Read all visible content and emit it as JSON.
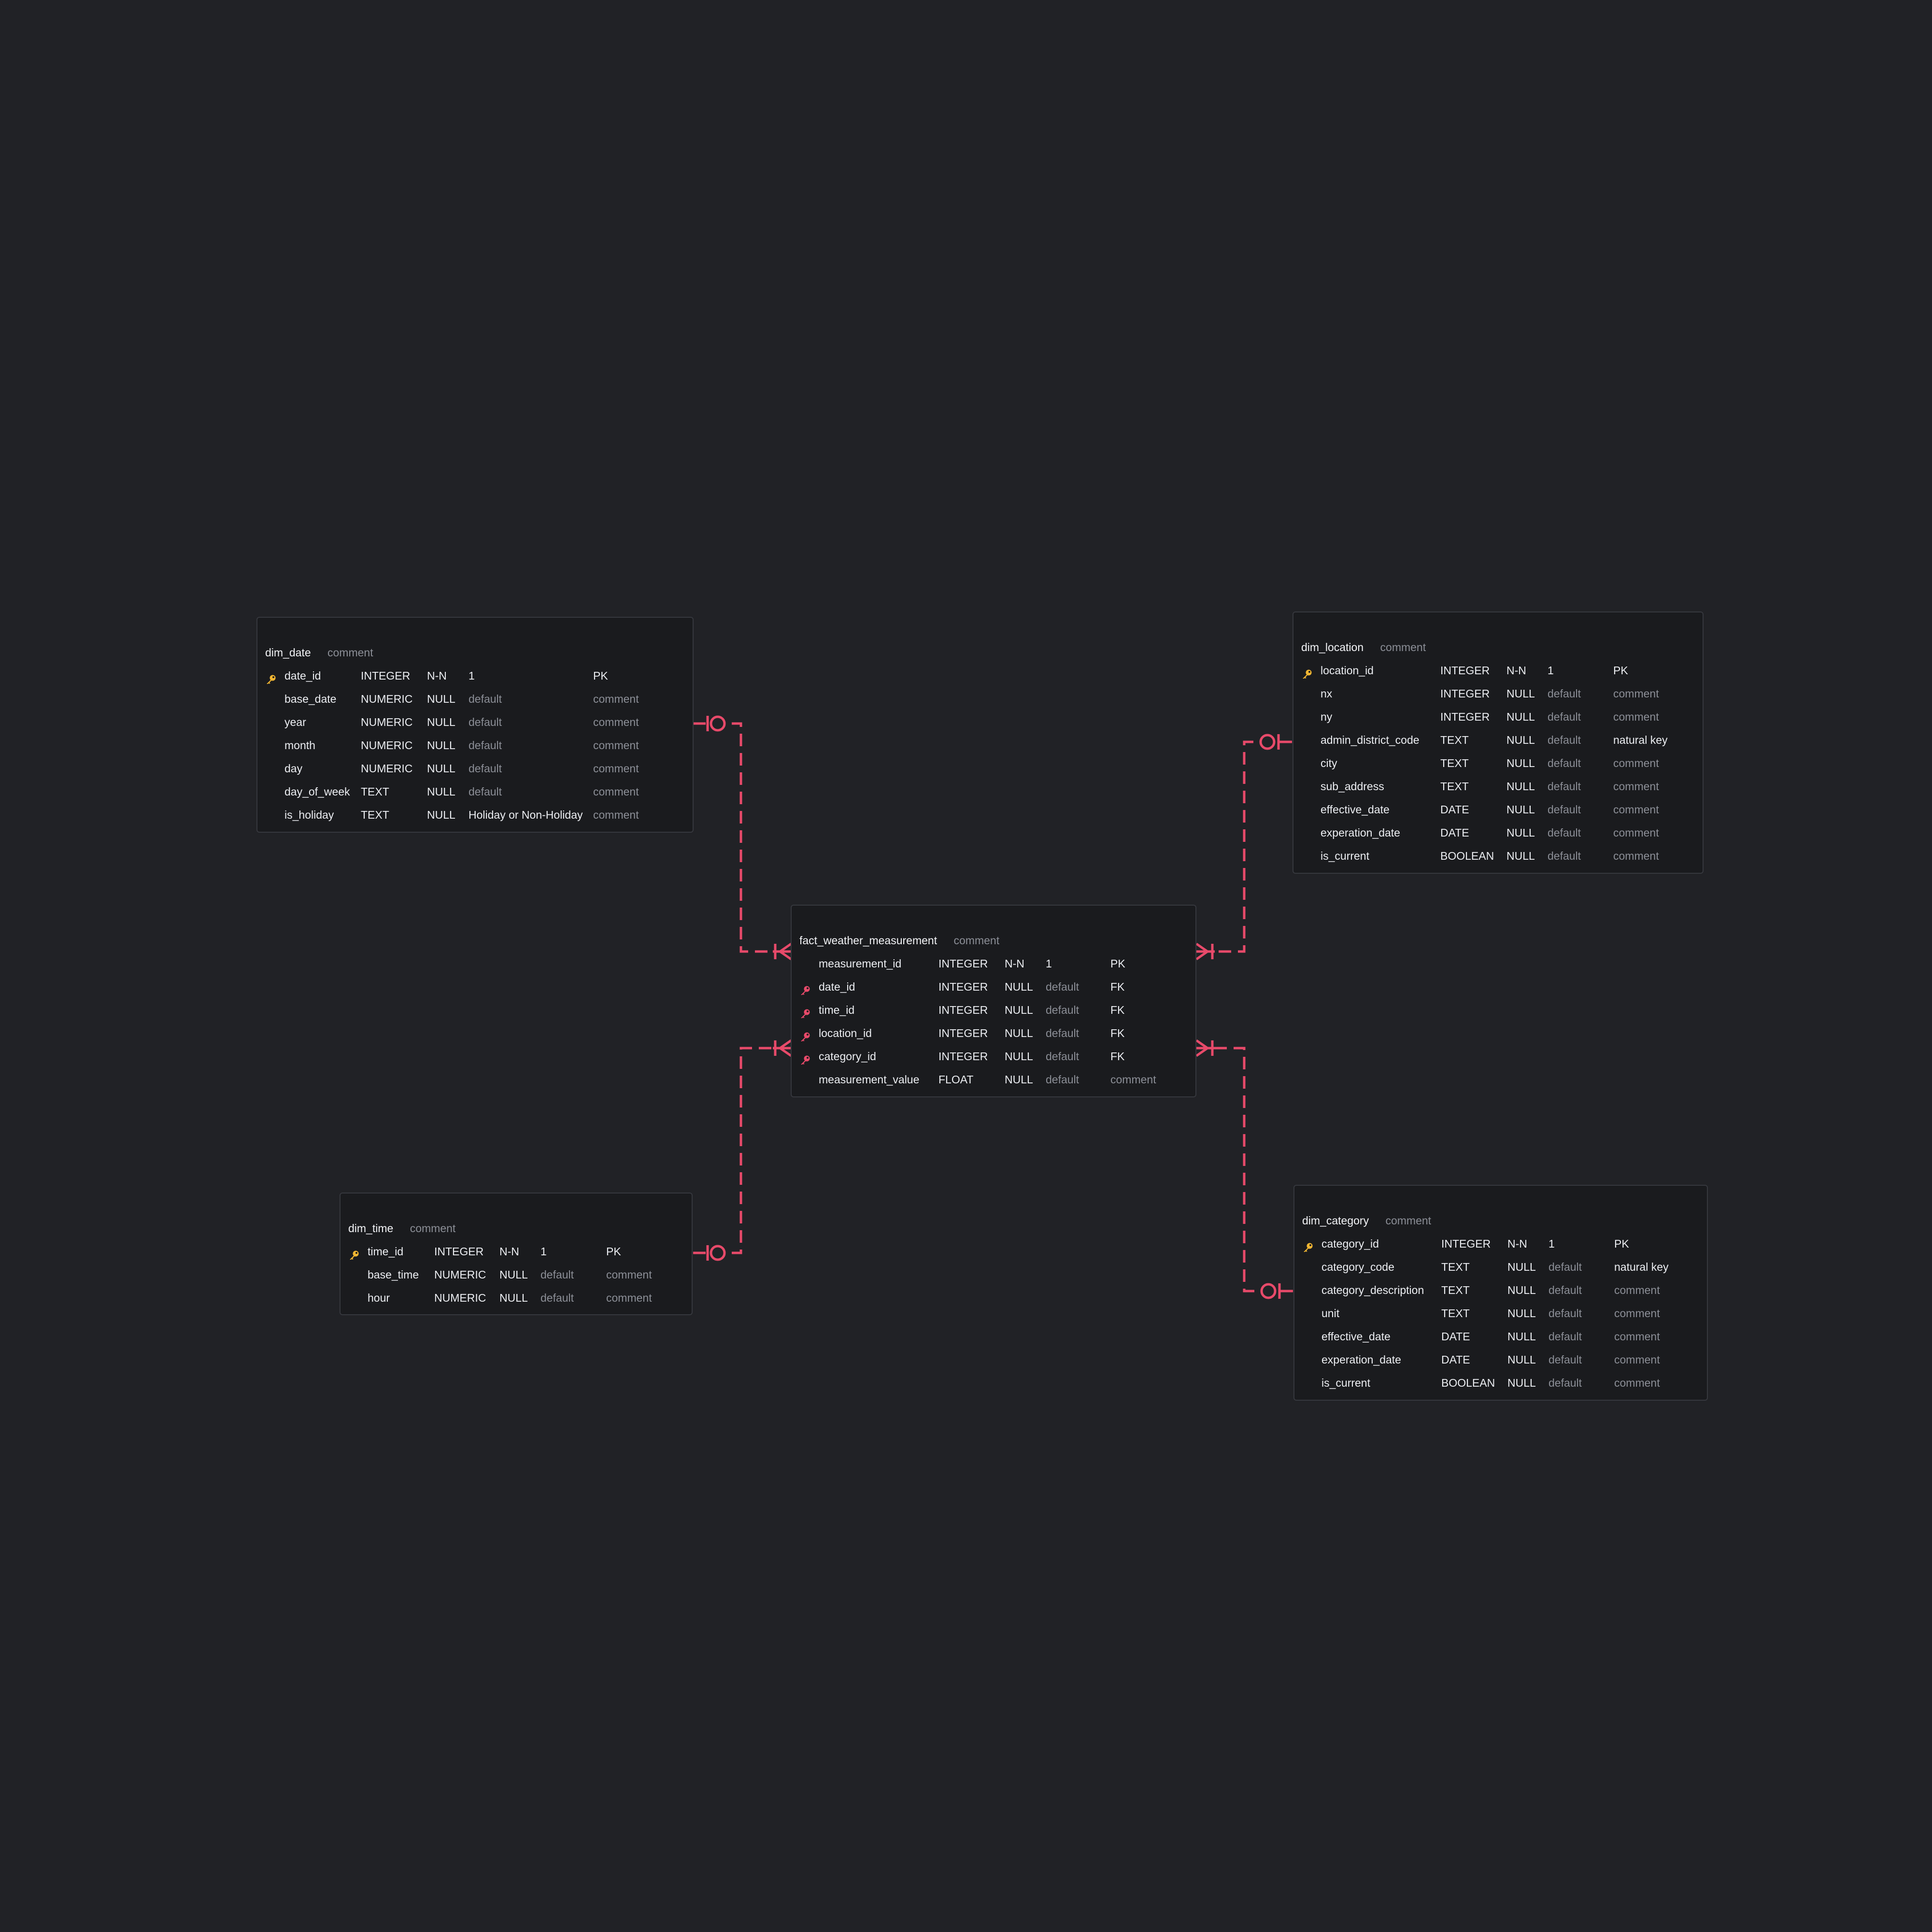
{
  "colors": {
    "background": "#212226",
    "table_bg": "#1a1b1e",
    "relation": "#e84a6a",
    "primary_key_icon": "#f2b632",
    "foreign_key_icon": "#e84a6a"
  },
  "tables": {
    "dim_date": {
      "name": "dim_date",
      "comment": "comment",
      "columns": [
        {
          "key": "pk",
          "name": "date_id",
          "type": "INTEGER",
          "nullable": "N-N",
          "default": "1",
          "comment": "PK"
        },
        {
          "key": "",
          "name": "base_date",
          "type": "NUMERIC",
          "nullable": "NULL",
          "default": "default",
          "comment": "comment"
        },
        {
          "key": "",
          "name": "year",
          "type": "NUMERIC",
          "nullable": "NULL",
          "default": "default",
          "comment": "comment"
        },
        {
          "key": "",
          "name": "month",
          "type": "NUMERIC",
          "nullable": "NULL",
          "default": "default",
          "comment": "comment"
        },
        {
          "key": "",
          "name": "day",
          "type": "NUMERIC",
          "nullable": "NULL",
          "default": "default",
          "comment": "comment"
        },
        {
          "key": "",
          "name": "day_of_week",
          "type": "TEXT",
          "nullable": "NULL",
          "default": "default",
          "comment": "comment"
        },
        {
          "key": "",
          "name": "is_holiday",
          "type": "TEXT",
          "nullable": "NULL",
          "default": "Holiday or Non-Holiday",
          "comment": "comment"
        }
      ]
    },
    "dim_location": {
      "name": "dim_location",
      "comment": "comment",
      "columns": [
        {
          "key": "pk",
          "name": "location_id",
          "type": "INTEGER",
          "nullable": "N-N",
          "default": "1",
          "comment": "PK"
        },
        {
          "key": "",
          "name": "nx",
          "type": "INTEGER",
          "nullable": "NULL",
          "default": "default",
          "comment": "comment"
        },
        {
          "key": "",
          "name": "ny",
          "type": "INTEGER",
          "nullable": "NULL",
          "default": "default",
          "comment": "comment"
        },
        {
          "key": "",
          "name": "admin_district_code",
          "type": "TEXT",
          "nullable": "NULL",
          "default": "default",
          "comment": "natural key"
        },
        {
          "key": "",
          "name": "city",
          "type": "TEXT",
          "nullable": "NULL",
          "default": "default",
          "comment": "comment"
        },
        {
          "key": "",
          "name": "sub_address",
          "type": "TEXT",
          "nullable": "NULL",
          "default": "default",
          "comment": "comment"
        },
        {
          "key": "",
          "name": "effective_date",
          "type": "DATE",
          "nullable": "NULL",
          "default": "default",
          "comment": "comment"
        },
        {
          "key": "",
          "name": "experation_date",
          "type": "DATE",
          "nullable": "NULL",
          "default": "default",
          "comment": "comment"
        },
        {
          "key": "",
          "name": "is_current",
          "type": "BOOLEAN",
          "nullable": "NULL",
          "default": "default",
          "comment": "comment"
        }
      ]
    },
    "fact_weather_measurement": {
      "name": "fact_weather_measurement",
      "comment": "comment",
      "columns": [
        {
          "key": "",
          "name": "measurement_id",
          "type": "INTEGER",
          "nullable": "N-N",
          "default": "1",
          "comment": "PK"
        },
        {
          "key": "fk",
          "name": "date_id",
          "type": "INTEGER",
          "nullable": "NULL",
          "default": "default",
          "comment": "FK"
        },
        {
          "key": "fk",
          "name": "time_id",
          "type": "INTEGER",
          "nullable": "NULL",
          "default": "default",
          "comment": "FK"
        },
        {
          "key": "fk",
          "name": "location_id",
          "type": "INTEGER",
          "nullable": "NULL",
          "default": "default",
          "comment": "FK"
        },
        {
          "key": "fk",
          "name": "category_id",
          "type": "INTEGER",
          "nullable": "NULL",
          "default": "default",
          "comment": "FK"
        },
        {
          "key": "",
          "name": "measurement_value",
          "type": "FLOAT",
          "nullable": "NULL",
          "default": "default",
          "comment": "comment"
        }
      ]
    },
    "dim_time": {
      "name": "dim_time",
      "comment": "comment",
      "columns": [
        {
          "key": "pk",
          "name": "time_id",
          "type": "INTEGER",
          "nullable": "N-N",
          "default": "1",
          "comment": "PK"
        },
        {
          "key": "",
          "name": "base_time",
          "type": "NUMERIC",
          "nullable": "NULL",
          "default": "default",
          "comment": "comment"
        },
        {
          "key": "",
          "name": "hour",
          "type": "NUMERIC",
          "nullable": "NULL",
          "default": "default",
          "comment": "comment"
        }
      ]
    },
    "dim_category": {
      "name": "dim_category",
      "comment": "comment",
      "columns": [
        {
          "key": "pk",
          "name": "category_id",
          "type": "INTEGER",
          "nullable": "N-N",
          "default": "1",
          "comment": "PK"
        },
        {
          "key": "",
          "name": "category_code",
          "type": "TEXT",
          "nullable": "NULL",
          "default": "default",
          "comment": "natural key"
        },
        {
          "key": "",
          "name": "category_description",
          "type": "TEXT",
          "nullable": "NULL",
          "default": "default",
          "comment": "comment"
        },
        {
          "key": "",
          "name": "unit",
          "type": "TEXT",
          "nullable": "NULL",
          "default": "default",
          "comment": "comment"
        },
        {
          "key": "",
          "name": "effective_date",
          "type": "DATE",
          "nullable": "NULL",
          "default": "default",
          "comment": "comment"
        },
        {
          "key": "",
          "name": "experation_date",
          "type": "DATE",
          "nullable": "NULL",
          "default": "default",
          "comment": "comment"
        },
        {
          "key": "",
          "name": "is_current",
          "type": "BOOLEAN",
          "nullable": "NULL",
          "default": "default",
          "comment": "comment"
        }
      ]
    }
  },
  "relationships": [
    {
      "from": "dim_date.date_id",
      "to": "fact_weather_measurement.date_id",
      "from_cardinality": "zero-or-one",
      "to_cardinality": "one-or-many",
      "style": "dashed"
    },
    {
      "from": "dim_time.time_id",
      "to": "fact_weather_measurement.time_id",
      "from_cardinality": "zero-or-one",
      "to_cardinality": "one-or-many",
      "style": "dashed"
    },
    {
      "from": "dim_location.location_id",
      "to": "fact_weather_measurement.location_id",
      "from_cardinality": "zero-or-one",
      "to_cardinality": "one-or-many",
      "style": "dashed"
    },
    {
      "from": "dim_category.category_id",
      "to": "fact_weather_measurement.category_id",
      "from_cardinality": "zero-or-one",
      "to_cardinality": "one-or-many",
      "style": "dashed"
    }
  ]
}
